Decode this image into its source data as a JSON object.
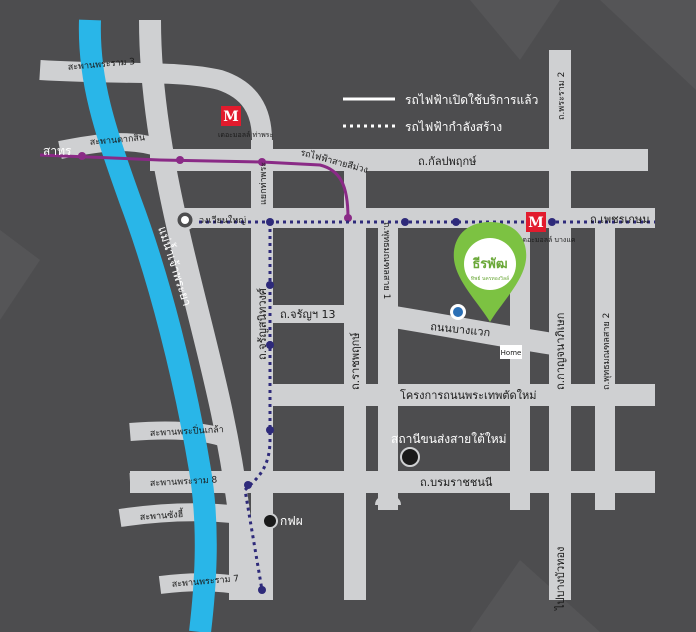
{
  "legend": {
    "open_line": "รถไฟฟ้าเปิดใช้บริการแล้ว",
    "construction_line": "รถไฟฟ้ากำลังสร้าง"
  },
  "river": {
    "label": "แม่น้ำเจ้าพระยา"
  },
  "bridges": {
    "rama3": "สะพานพระราม 3",
    "taksin": "สะพานตากสิน",
    "pinklao": "สะพานพระปิ่นเกล้า",
    "rama8": "สะพานพระราม 8",
    "krungthon": "สะพานซังฮี้",
    "rama7": "สะพานพระราม 7"
  },
  "roads": {
    "sathorn": "สาทร",
    "kanlapaphruek": "ถ.กัลปพฤกษ์",
    "phetkasem": "ถ.เพชรเกษม",
    "wongwian_yai": "วงเวียนใหญ่",
    "tha_phra": "แยกท่าพระ",
    "charansanitwong": "ถ.จรัญสนิทวงศ์",
    "charan13": "ถ.จรัญฯ 13",
    "ratchaphruek": "ถ.ราชพฤกษ์",
    "phutthamonthon1": "ถ.พุทธมณฑลสาย 1",
    "bang_waek": "ถนนบางแวก",
    "kanchanaphisek": "ถ.กาญจนาภิเษก",
    "phutthamonthon2": "ถ.พุทธมณฑลสาย 2",
    "new_road_project": "โครงการถนนพระเทพตัดใหม่",
    "borommaratchachonnani": "ถ.บรมราชชนนี",
    "rama2": "ถ.พระราม 2",
    "bang_bua_thong": "ไปบางบัวทอง"
  },
  "rail": {
    "purple_line": "รถไฟฟ้าสายสีม่วง"
  },
  "places": {
    "mall_thapra_logo": "M",
    "mall_thapra": "เดอะมอลล์ ท่าพระ",
    "mall_bangkhae_logo": "M",
    "mall_bangkhae": "เดอะมอลล์ บางแค",
    "southern_bus_terminal": "สถานีขนส่งสายใต้ใหม่",
    "egat": "กฟผ",
    "project_name": "ธีรพัฒ",
    "project_tagline": "ทิพย์ นครทองวิลล์",
    "store_label": "Home"
  },
  "colors": {
    "background": "#4d4d4f",
    "road": "#cfd0d2",
    "river": "#29b6e8",
    "open_line": "#8a2a86",
    "construction_line": "#2e2a7a",
    "pin_green": "#7cc242"
  },
  "icons": {
    "bus_terminal": "dark-circle-icon",
    "egat": "dark-circle-icon",
    "wongwian": "roundabout-icon",
    "project_pin": "location-pin-icon",
    "mall": "mall-logo-icon"
  }
}
